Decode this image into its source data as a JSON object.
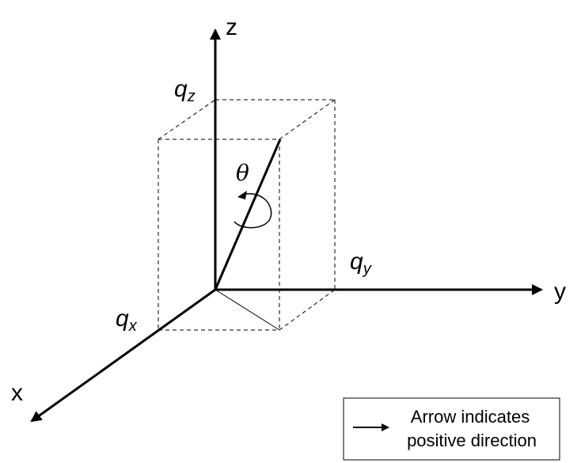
{
  "axes": {
    "x_label": "x",
    "y_label": "y",
    "z_label": "z"
  },
  "components": {
    "qx": {
      "base": "q",
      "subscript": "x"
    },
    "qy": {
      "base": "q",
      "subscript": "y"
    },
    "qz": {
      "base": "q",
      "subscript": "z"
    }
  },
  "angle_label": "θ",
  "legend": {
    "line1": "Arrow indicates",
    "line2": "positive direction"
  },
  "colors": {
    "stroke": "#000000",
    "background": "#ffffff"
  }
}
